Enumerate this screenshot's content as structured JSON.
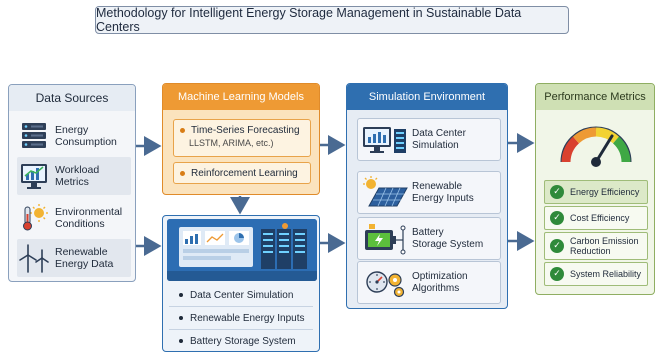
{
  "title": "Methodology for Intelligent Energy Storage Management  in Sustainable Data Centers",
  "sources": {
    "header": "Data Sources",
    "items": [
      {
        "label_line1": "Energy",
        "label_line2": "Consumption",
        "icon": "server-rack-icon"
      },
      {
        "label_line1": "Workload",
        "label_line2": "Metrics",
        "icon": "monitor-chart-icon"
      },
      {
        "label_line1": "Environmental",
        "label_line2": "Conditions",
        "icon": "thermometer-sun-icon"
      },
      {
        "label_line1": "Renewable",
        "label_line2": "Energy Data",
        "icon": "wind-turbine-icon"
      }
    ]
  },
  "ml": {
    "header": "Machine Learning Models",
    "forecasting_title": "Time-Series Forecasting",
    "forecasting_sub": "LLSTM, ARIMA, etc.)",
    "reinforcement": "Reinforcement Learning"
  },
  "storage": {
    "items": [
      "Data Center Simulation",
      "Renewable Energy Inputs",
      "Battery Storage System"
    ]
  },
  "simulation": {
    "header": "Simulation Environment",
    "items": [
      {
        "label_line1": "Data Center",
        "label_line2": "Simulation",
        "icon": "data-center-icon"
      },
      {
        "label_line1": "Renewable",
        "label_line2": "Energy Inputs",
        "icon": "solar-panel-icon"
      },
      {
        "label_line1": "Battery",
        "label_line2": "Storage System",
        "icon": "battery-icon"
      },
      {
        "label_line1": "Optimization",
        "label_line2": "Algorithms",
        "icon": "gears-icon"
      }
    ]
  },
  "performance": {
    "header": "Performance Metrics",
    "items": [
      {
        "label_line1": "Energy Efficiency",
        "label_line2": ""
      },
      {
        "label_line1": "Cost Efficiency",
        "label_line2": ""
      },
      {
        "label_line1": "Carbon Emission",
        "label_line2": "Reduction"
      },
      {
        "label_line1": "System Reliability",
        "label_line2": ""
      }
    ]
  },
  "colors": {
    "ml_accent": "#ee9a34",
    "sim_accent": "#2f6fb0",
    "perf_accent": "#8fae62",
    "arrow": "#4a6a92"
  }
}
